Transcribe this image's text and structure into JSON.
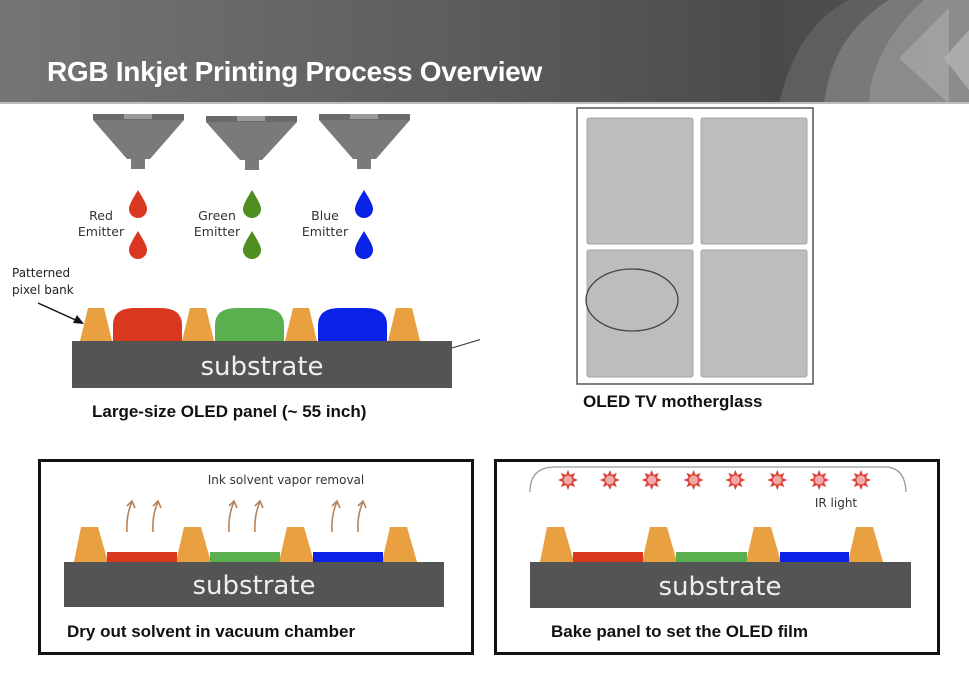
{
  "slide": {
    "title": "RGB Inkjet Printing Process Overview"
  },
  "colors": {
    "red": "#d9371f",
    "green": "#4f9a2c",
    "green_light": "#5aaf4e",
    "blue": "#0a21e6",
    "bank": "#e9a040",
    "substrate": "#545454",
    "nozzle": "#7a7a7a",
    "panel": "#bdbdbd",
    "vapor_arrow": "#b9835a",
    "ir_star": "#d9473f"
  },
  "emitters": [
    {
      "label_line1": "Red",
      "label_line2": "Emitter",
      "color_key": "red"
    },
    {
      "label_line1": "Green",
      "label_line2": "Emitter",
      "color_key": "green"
    },
    {
      "label_line1": "Blue",
      "label_line2": "Emitter",
      "color_key": "blue"
    }
  ],
  "panel_diagram": {
    "bank_label_line1": "Patterned",
    "bank_label_line2": "pixel bank",
    "substrate_label": "substrate",
    "caption": "Large-size OLED panel (~ 55 inch)"
  },
  "motherglass": {
    "caption": "OLED TV motherglass",
    "panel_count": 4
  },
  "dry_step": {
    "annotation": "Ink solvent vapor removal",
    "substrate_label": "substrate",
    "caption": "Dry out solvent in vacuum chamber"
  },
  "bake_step": {
    "annotation": "IR light",
    "substrate_label": "substrate",
    "caption": "Bake panel to set the OLED film",
    "ir_source_count": 8
  }
}
